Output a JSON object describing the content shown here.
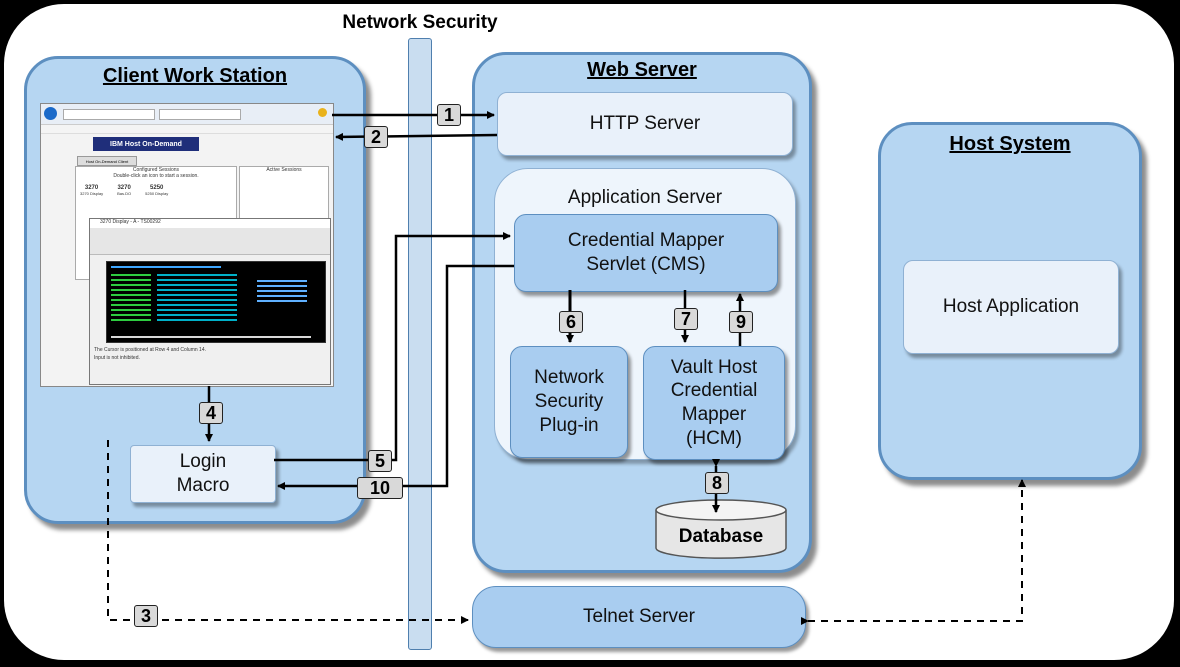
{
  "title": "Network Security",
  "regions": {
    "client": "Client Work Station",
    "web": "Web Server",
    "host": "Host System"
  },
  "boxes": {
    "http_server": "HTTP Server",
    "application_server": "Application Server",
    "cms": "Credential Mapper\nServlet (CMS)",
    "ns_plugin": "Network\nSecurity\nPlug-in",
    "hcm": "Vault Host\nCredential\nMapper\n(HCM)",
    "database": "Database",
    "host_application": "Host Application",
    "telnet_server": "Telnet Server",
    "login_macro": "Login\nMacro"
  },
  "steps": [
    "1",
    "2",
    "3",
    "4",
    "5",
    "6",
    "7",
    "8",
    "9",
    "10"
  ],
  "screenshot": {
    "banner": "IBM Host On-Demand",
    "tab": "Host On-Demand Client",
    "configured": "Configured Sessions",
    "active": "Active Sessions",
    "hint": "Double-click an icon to start a session.",
    "sessions": [
      {
        "num": "3270",
        "label": "3270 Display"
      },
      {
        "num": "3270",
        "label": "Bas.DO"
      },
      {
        "num": "5250",
        "label": "5250 Display"
      }
    ],
    "terminal_title": "3270 Display - A - TS00292",
    "status1": "The Cursor is positioned at Row 4 and Column 14.",
    "status2": "Input is not inhibited."
  },
  "colors": {
    "region_fill": "#b6d6f2",
    "region_border": "#5d8fc0",
    "box_fill": "#e9f1fa",
    "blue_box_fill": "#a9cdf0",
    "background": "#000000"
  }
}
